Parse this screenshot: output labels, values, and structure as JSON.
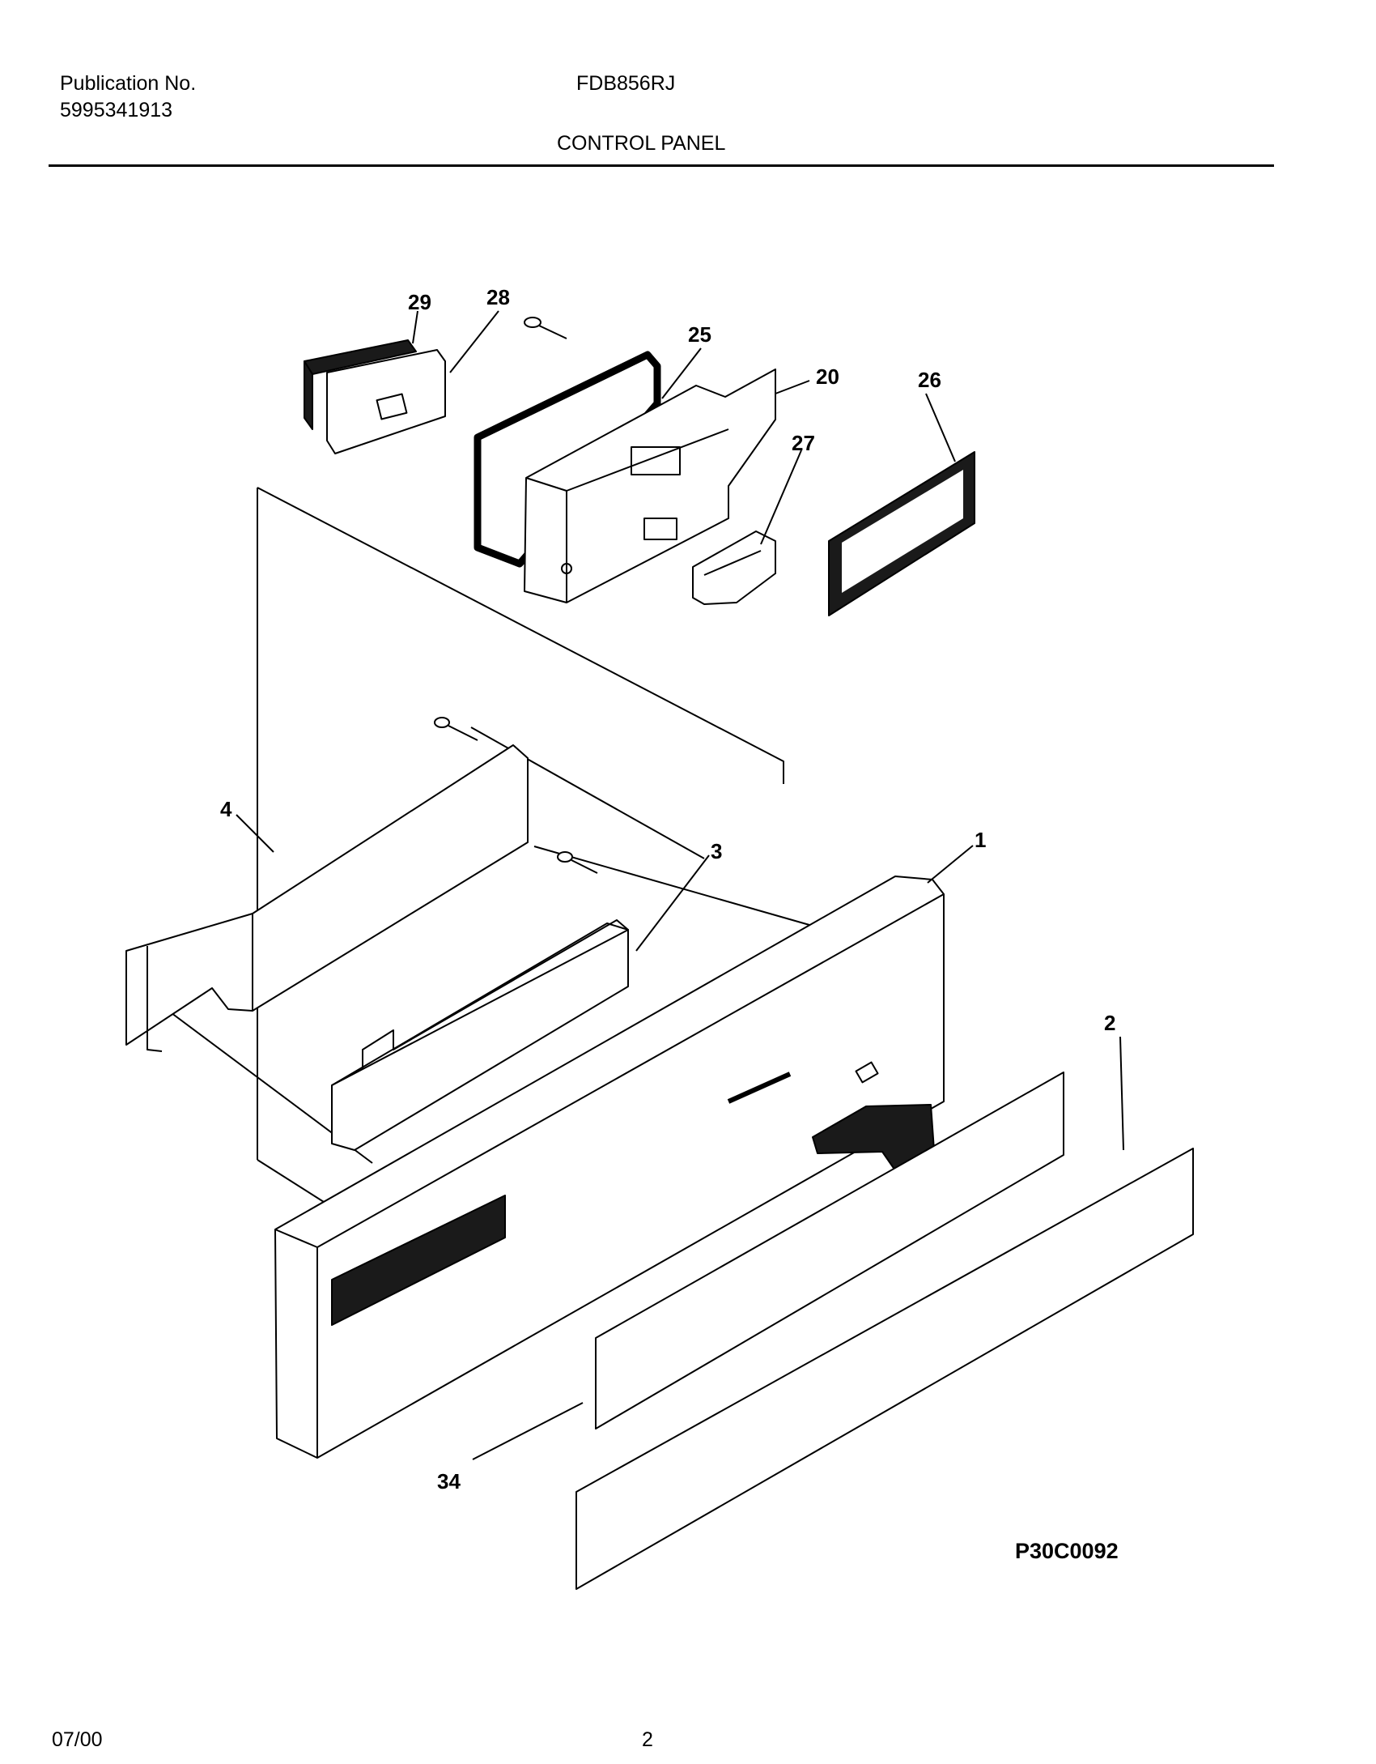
{
  "header": {
    "publication_label": "Publication No.",
    "publication_number": "5995341913",
    "model": "FDB856RJ",
    "section_title": "CONTROL PANEL"
  },
  "diagram": {
    "drawing_code": "P30C0092",
    "callouts": {
      "c1": "1",
      "c2": "2",
      "c3": "3",
      "c4": "4",
      "c20": "20",
      "c25": "25",
      "c26": "26",
      "c27": "27",
      "c28": "28",
      "c29": "29",
      "c34": "34"
    }
  },
  "footer": {
    "date": "07/00",
    "page": "2"
  }
}
